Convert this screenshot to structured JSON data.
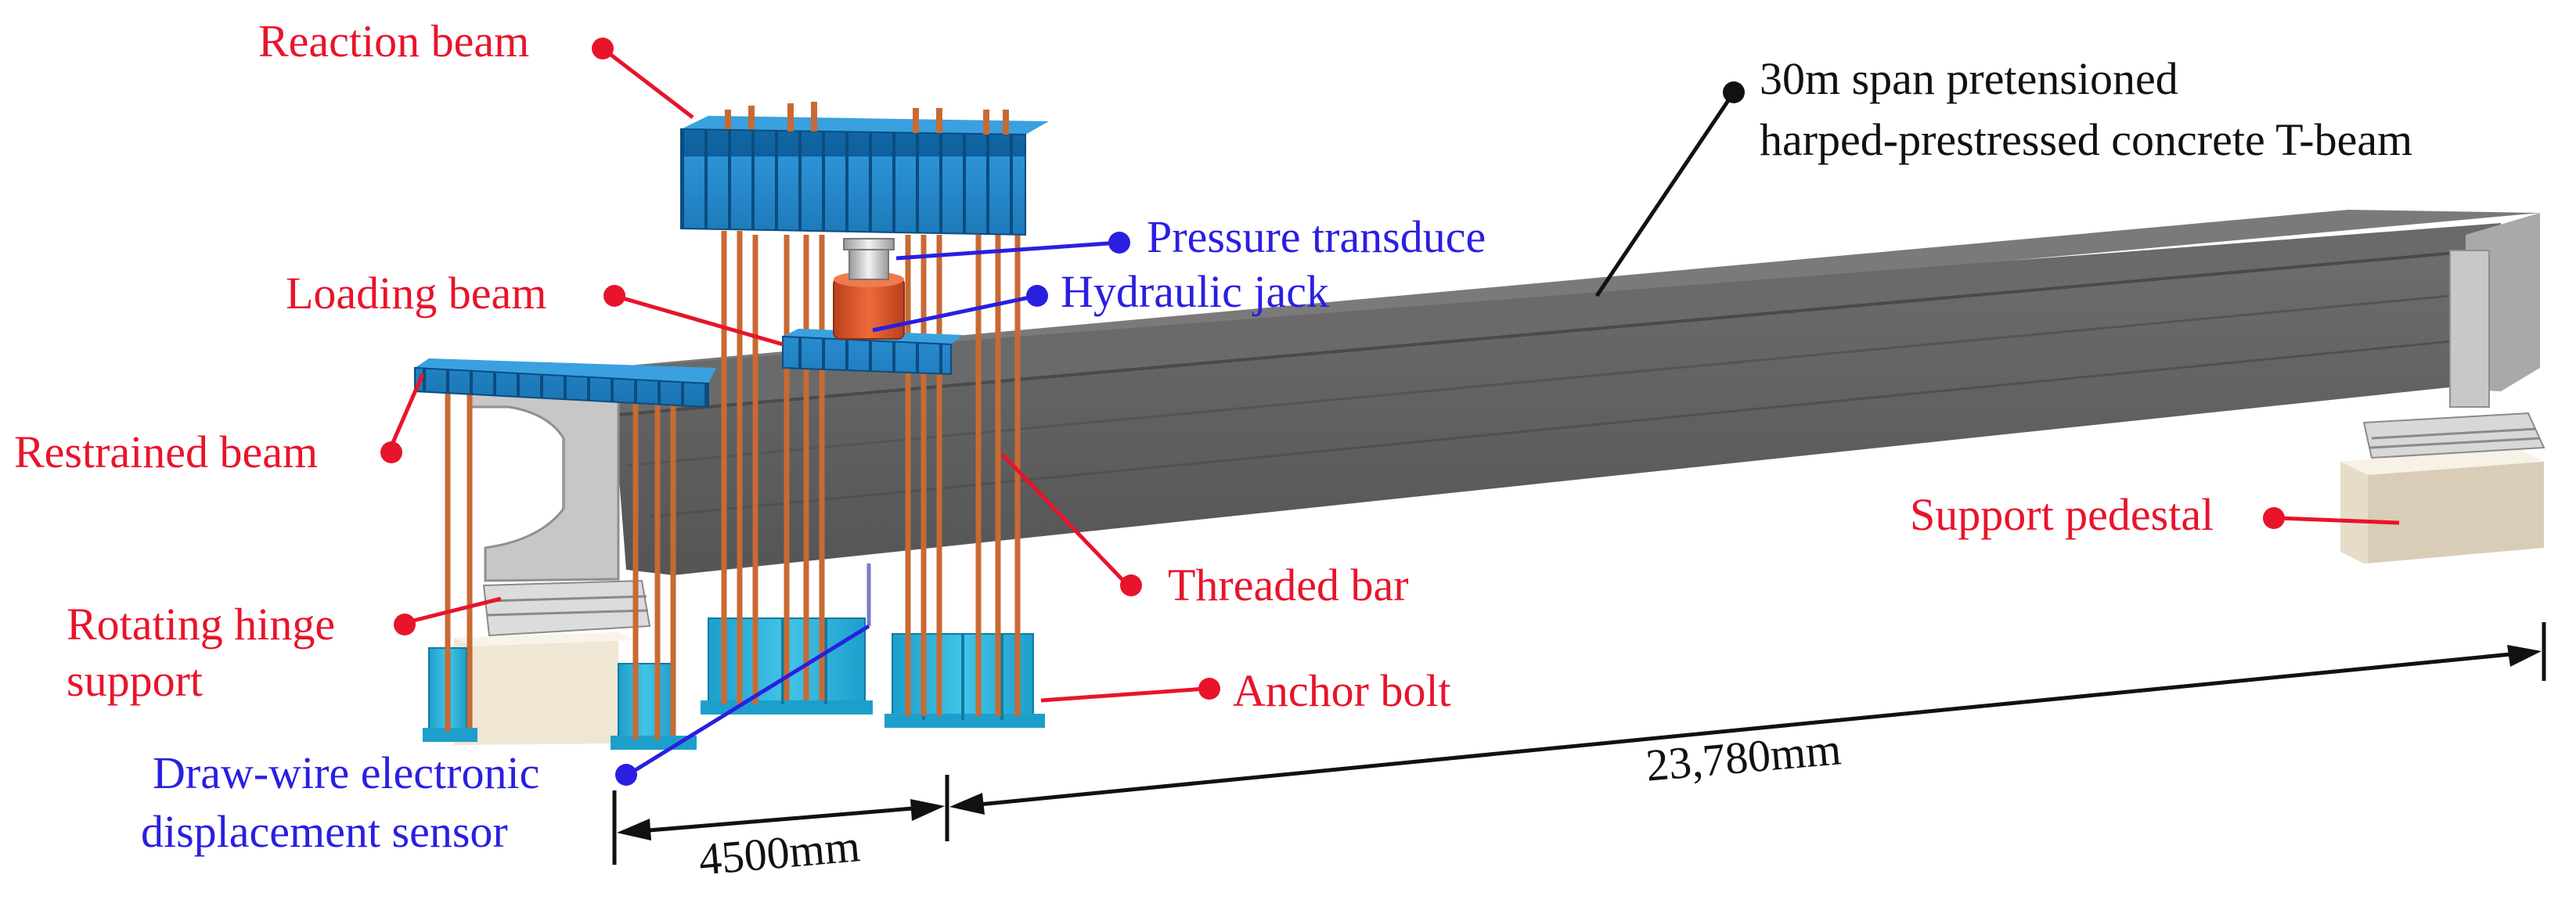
{
  "labels": {
    "reaction_beam": "Reaction beam",
    "loading_beam": "Loading beam",
    "restrained_beam": "Restrained beam",
    "rotating_hinge_line1": "Rotating hinge",
    "rotating_hinge_line2": "support",
    "draw_wire_line1": "Draw-wire electronic",
    "draw_wire_line2": "displacement sensor",
    "pressure_transducer": "Pressure transduce",
    "hydraulic_jack": "Hydraulic jack",
    "t_beam_line1": "30m span pretensioned",
    "t_beam_line2": "harped-prestressed concrete T-beam",
    "threaded_bar": "Threaded bar",
    "anchor_bolt": "Anchor bolt",
    "support_pedestal": "Support pedestal"
  },
  "dimensions": {
    "span_left": "4500mm",
    "span_right": "23,780mm"
  },
  "colors": {
    "label_red": "#e8142b",
    "label_blue": "#2a1fe0",
    "label_black": "#111111",
    "steel_blue": "#1778bf",
    "steel_cyan": "#22b0d8",
    "bar_copper": "#c86a32",
    "jack_orange": "#e0562a",
    "concrete_dark": "#5f5f5f",
    "concrete_light": "#c9c9c9",
    "pedestal": "#f1e9da"
  }
}
